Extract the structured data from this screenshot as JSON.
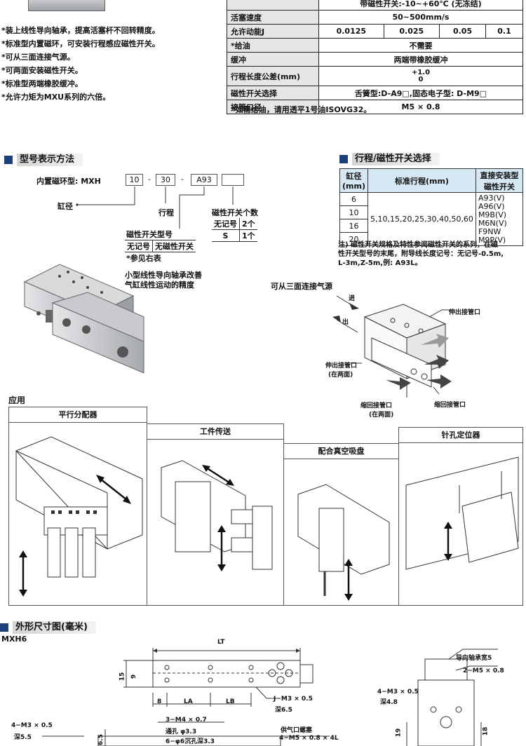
{
  "features": [
    "*装上线性导向轴承，提高活塞杆不回转精度。",
    "*标准型内置磁环，可安装行程感应磁性开关。",
    "*可从三面连接气源。",
    "*可两面安装磁性开关。",
    "*标准型两端橡胶缓冲。",
    "*允许力矩为MXU系列的六倍。"
  ],
  "spec": {
    "row0_key": "",
    "row0_val": "带磁性开关:-10~+60℃  (无冻结)",
    "speed_key": "活塞速度",
    "speed_val": "50~500mm/s",
    "energy_key": "允许动能J",
    "energy_vals": [
      "0.0125",
      "0.025",
      "0.05",
      "0.1"
    ],
    "lube_key": "*给油",
    "lube_val": "不需要",
    "cushion_key": "缓冲",
    "cushion_val": "两端带橡胶缓冲",
    "tol_key": "行程长度公差(mm)",
    "tol_val1": "+1.0",
    "tol_val2": "0",
    "switch_key": "磁性开关选择",
    "switch_val": "舌簧型:D-A9□,固态电子型: D-M9□",
    "port_key": "接管口径",
    "port_val": "M5 × 0.8",
    "note": "*如需给油，请用透平1号油ISOVG32。"
  },
  "model": {
    "header": "型号表示方法",
    "prefix": "内置磁环型: MXH",
    "code1": "10",
    "code2": "30",
    "code3": "A93",
    "dash": "-",
    "bore_label": "缸径",
    "stroke_label": "行程",
    "qty_label": "磁性开关个数",
    "qty_rows": [
      [
        "无记号",
        "2个"
      ],
      [
        "S",
        "1个"
      ]
    ],
    "type_label": "磁性开关型号",
    "type_row": [
      "无记号",
      "无磁性开关"
    ],
    "type_ref": "*参见右表",
    "caption1": "小型线性导向轴承改善",
    "caption2": "气缸线性运动的精度"
  },
  "stroke": {
    "header": "行程/磁性开关选择",
    "col1": "缸径(mm)",
    "col2": "标准行程(mm)",
    "col3": "直接安装型磁性开关",
    "bores": [
      "6",
      "10",
      "16",
      "20"
    ],
    "strokes": "5,10,15,20,25,30,40,50,60",
    "switches": [
      "A93(V)",
      "A96(V)  M9B(V)",
      "M6N(V) F9NW",
      "M9P(V)"
    ],
    "note1": "注) 磁性开关规格及特性参阅磁性开关的系列，在磁",
    "note2": "性开关型号的末尾，附导线长度记号：无记号-0.5m,",
    "note3": "L-3m,Z-5m,例: A93L。"
  },
  "ports": {
    "title": "可从三面连接气源",
    "in": "进",
    "out": "出",
    "extend_right": "伸出接管口",
    "extend_left": "伸出接管口",
    "extend_left_sub": "(在两面)",
    "retract_bottom": "缩回接管口",
    "retract_bottom_sub": "(在两面)",
    "retract_right": "缩回接管口"
  },
  "application": {
    "label": "应用",
    "items": [
      "平行分配器",
      "工件传送",
      "配合真空吸盘",
      "针孔定位器"
    ]
  },
  "dims": {
    "header": "外形尺寸图(毫米)",
    "model": "MXH6",
    "LT": "LT",
    "LA": "LA",
    "LB": "LB",
    "d8": "8",
    "d15": "15",
    "d9": "9",
    "jm": "J−M3 × 0.5",
    "jdeep": "深6.5",
    "m4": "3−M4 × 0.7",
    "through": "通孔 φ3.3",
    "counter": "6−φ6沉孔深3.3",
    "m3left": "4−M3 × 0.5",
    "deep55": "深5.5",
    "d65": "6.5",
    "supply_plug": "供气口螺塞",
    "m5x4": "4−M5 × 0.8 × 4L",
    "guide_width": "导向轴承宽5",
    "m5x08": "2−M5 × 0.8",
    "m3r": "4−M3 × 0.5",
    "deep48": "深4.8",
    "d19": "19",
    "d18": "18"
  }
}
